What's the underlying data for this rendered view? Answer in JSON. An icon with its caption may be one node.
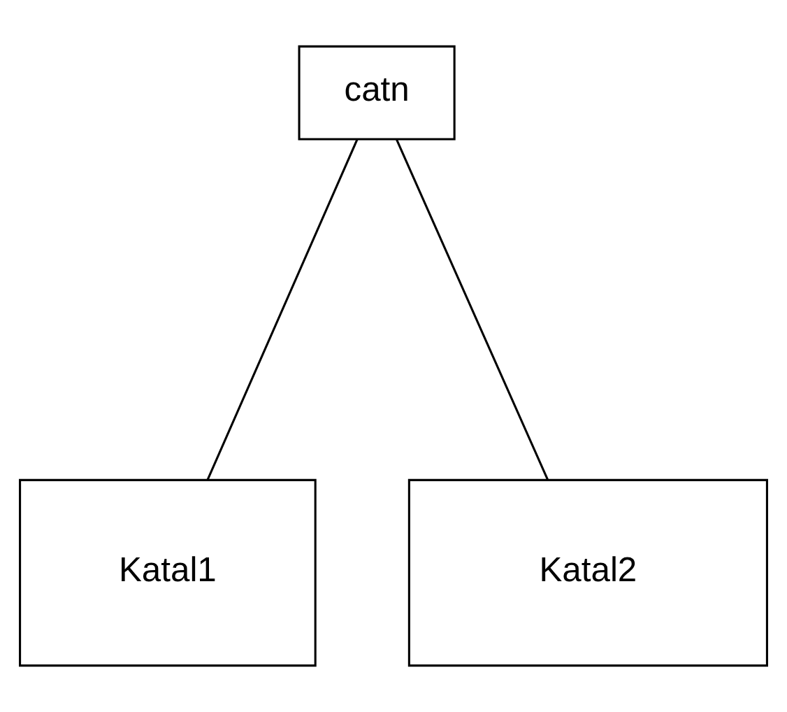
{
  "diagram": {
    "nodes": [
      {
        "text": [
          "catn"
        ]
      },
      {
        "text": [
          "Katal1"
        ]
      },
      {
        "text": [
          "Katal2"
        ]
      }
    ],
    "edges": [
      {
        "from": 0,
        "to": 1,
        "arrow": "none"
      },
      {
        "from": 0,
        "to": 2,
        "arrow": "none"
      }
    ]
  }
}
